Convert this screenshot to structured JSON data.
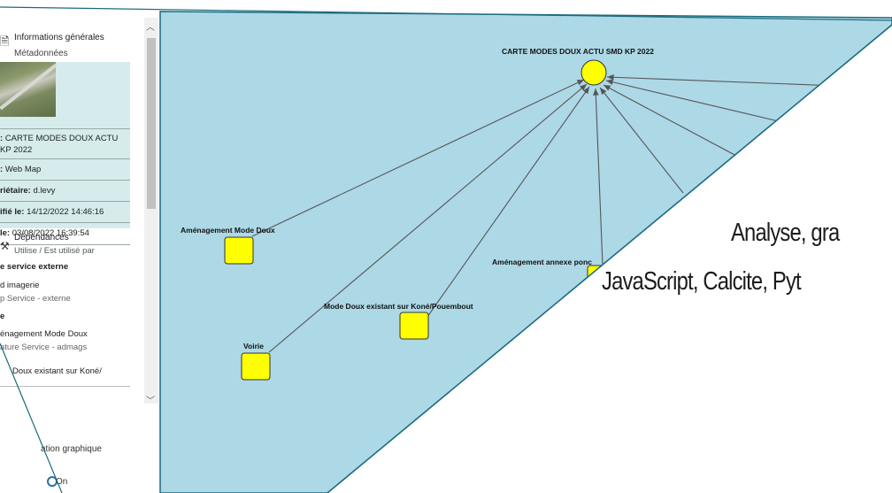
{
  "panel": {
    "info_title": "Informations générales",
    "info_sub": "Métadonnées",
    "rows": {
      "title_label": ":",
      "title_value_1": "CARTE MODES DOUX ACTU",
      "title_value_2": "KP 2022",
      "type_label": ":",
      "type_value": "Web Map",
      "owner_label": "riétaire:",
      "owner_value": "d.levy",
      "modified_label": "ifié le:",
      "modified_value": "14/12/2022 14:46:16",
      "created_label": "le:",
      "created_value": "03/08/2022 16:39:54"
    },
    "deps_title": "Dépendances",
    "deps_sub": "Utilise / Est utilisé par",
    "section_external": "e service externe",
    "item_imagery": "d imagerie",
    "item_imagery_sub": "p Service - externe",
    "section_other": "e",
    "item_amenagement": "énagement Mode Doux",
    "item_amenagement_sub": "ature Service - admags",
    "item_doux": "Doux existant sur Koné/",
    "lower_text": "ation graphique",
    "toggle_label": "On"
  },
  "diagram": {
    "central_node": "CARTE MODES DOUX ACTU SMD KP 2022",
    "nodes": [
      "Aménagement Mode Doux",
      "Voirie",
      "Mode Doux existant sur Koné/Pouembout",
      "Aménagement annexe ponc"
    ],
    "colors": {
      "canvas": "#add8e6",
      "node_fill": "#ffff00",
      "edge": "#555555",
      "border": "#1c6b7d"
    }
  },
  "slide": {
    "line1": "Analyse, gra",
    "line2": "JavaScript, Calcite, Pyt"
  }
}
